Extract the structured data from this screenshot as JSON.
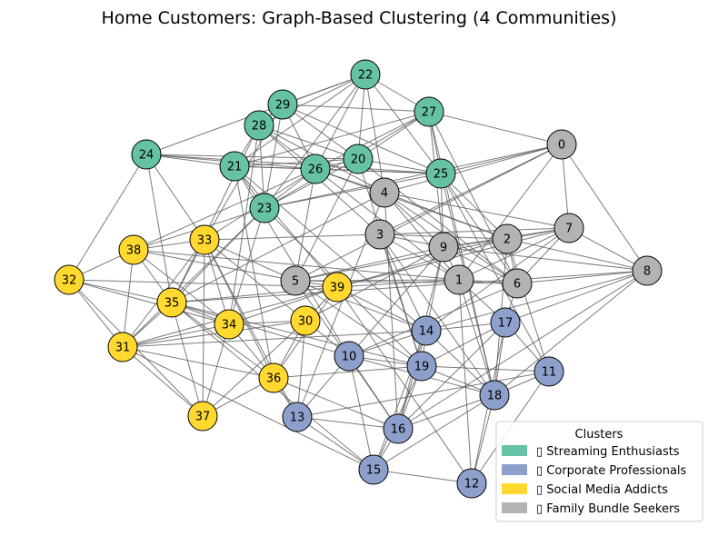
{
  "title": "Home Customers: Graph-Based Clustering (4 Communities)",
  "legend": {
    "title": "Clusters",
    "items": [
      {
        "key": "streaming",
        "label": "▯ Streaming Enthusiasts",
        "color": "#66c2a5"
      },
      {
        "key": "corporate",
        "label": "▯ Corporate Professionals",
        "color": "#8da0cb"
      },
      {
        "key": "social",
        "label": "▯ Social Media Addicts",
        "color": "#ffd92f"
      },
      {
        "key": "family",
        "label": "▯ Family Bundle Seekers",
        "color": "#b3b3b3"
      }
    ]
  },
  "nodes": [
    {
      "id": "0",
      "cluster": "family"
    },
    {
      "id": "1",
      "cluster": "family"
    },
    {
      "id": "2",
      "cluster": "family"
    },
    {
      "id": "3",
      "cluster": "family"
    },
    {
      "id": "4",
      "cluster": "family"
    },
    {
      "id": "5",
      "cluster": "family"
    },
    {
      "id": "6",
      "cluster": "family"
    },
    {
      "id": "7",
      "cluster": "family"
    },
    {
      "id": "8",
      "cluster": "family"
    },
    {
      "id": "9",
      "cluster": "family"
    },
    {
      "id": "10",
      "cluster": "corporate"
    },
    {
      "id": "11",
      "cluster": "corporate"
    },
    {
      "id": "12",
      "cluster": "corporate"
    },
    {
      "id": "13",
      "cluster": "corporate"
    },
    {
      "id": "14",
      "cluster": "corporate"
    },
    {
      "id": "15",
      "cluster": "corporate"
    },
    {
      "id": "16",
      "cluster": "corporate"
    },
    {
      "id": "17",
      "cluster": "corporate"
    },
    {
      "id": "18",
      "cluster": "corporate"
    },
    {
      "id": "19",
      "cluster": "corporate"
    },
    {
      "id": "20",
      "cluster": "streaming"
    },
    {
      "id": "21",
      "cluster": "streaming"
    },
    {
      "id": "22",
      "cluster": "streaming"
    },
    {
      "id": "23",
      "cluster": "streaming"
    },
    {
      "id": "24",
      "cluster": "streaming"
    },
    {
      "id": "25",
      "cluster": "streaming"
    },
    {
      "id": "26",
      "cluster": "streaming"
    },
    {
      "id": "27",
      "cluster": "streaming"
    },
    {
      "id": "28",
      "cluster": "streaming"
    },
    {
      "id": "29",
      "cluster": "streaming"
    },
    {
      "id": "30",
      "cluster": "social"
    },
    {
      "id": "31",
      "cluster": "social"
    },
    {
      "id": "32",
      "cluster": "social"
    },
    {
      "id": "33",
      "cluster": "social"
    },
    {
      "id": "34",
      "cluster": "social"
    },
    {
      "id": "35",
      "cluster": "social"
    },
    {
      "id": "36",
      "cluster": "social"
    },
    {
      "id": "37",
      "cluster": "social"
    },
    {
      "id": "38",
      "cluster": "social"
    },
    {
      "id": "39",
      "cluster": "social"
    }
  ],
  "edges": [
    [
      "22",
      "29"
    ],
    [
      "22",
      "28"
    ],
    [
      "22",
      "26"
    ],
    [
      "22",
      "20"
    ],
    [
      "22",
      "27"
    ],
    [
      "22",
      "4"
    ],
    [
      "22",
      "25"
    ],
    [
      "22",
      "23"
    ],
    [
      "22",
      "21"
    ],
    [
      "22",
      "24"
    ],
    [
      "29",
      "27"
    ],
    [
      "29",
      "28"
    ],
    [
      "29",
      "20"
    ],
    [
      "29",
      "26"
    ],
    [
      "29",
      "25"
    ],
    [
      "29",
      "23"
    ],
    [
      "29",
      "33"
    ],
    [
      "28",
      "20"
    ],
    [
      "28",
      "26"
    ],
    [
      "28",
      "4"
    ],
    [
      "28",
      "23"
    ],
    [
      "28",
      "21"
    ],
    [
      "28",
      "35"
    ],
    [
      "28",
      "3"
    ],
    [
      "28",
      "34"
    ],
    [
      "27",
      "26"
    ],
    [
      "27",
      "20"
    ],
    [
      "27",
      "25"
    ],
    [
      "27",
      "21"
    ],
    [
      "27",
      "23"
    ],
    [
      "27",
      "9"
    ],
    [
      "27",
      "6"
    ],
    [
      "27",
      "18"
    ],
    [
      "27",
      "0"
    ],
    [
      "24",
      "21"
    ],
    [
      "24",
      "20"
    ],
    [
      "24",
      "26"
    ],
    [
      "24",
      "25"
    ],
    [
      "24",
      "33"
    ],
    [
      "24",
      "32"
    ],
    [
      "24",
      "35"
    ],
    [
      "21",
      "20"
    ],
    [
      "21",
      "26"
    ],
    [
      "21",
      "25"
    ],
    [
      "21",
      "23"
    ],
    [
      "21",
      "39"
    ],
    [
      "21",
      "10"
    ],
    [
      "21",
      "36"
    ],
    [
      "21",
      "14"
    ],
    [
      "20",
      "26"
    ],
    [
      "20",
      "25"
    ],
    [
      "20",
      "23"
    ],
    [
      "20",
      "6"
    ],
    [
      "20",
      "19"
    ],
    [
      "20",
      "5"
    ],
    [
      "26",
      "25"
    ],
    [
      "26",
      "23"
    ],
    [
      "26",
      "38"
    ],
    [
      "26",
      "4"
    ],
    [
      "26",
      "1"
    ],
    [
      "26",
      "33"
    ],
    [
      "26",
      "2"
    ],
    [
      "26",
      "5"
    ],
    [
      "25",
      "23"
    ],
    [
      "25",
      "2"
    ],
    [
      "25",
      "11"
    ],
    [
      "25",
      "0"
    ],
    [
      "25",
      "9"
    ],
    [
      "25",
      "18"
    ],
    [
      "25",
      "6"
    ],
    [
      "23",
      "38"
    ],
    [
      "23",
      "31"
    ],
    [
      "23",
      "35"
    ],
    [
      "23",
      "34"
    ],
    [
      "23",
      "19"
    ],
    [
      "23",
      "0"
    ],
    [
      "0",
      "4"
    ],
    [
      "0",
      "7"
    ],
    [
      "0",
      "8"
    ],
    [
      "0",
      "3"
    ],
    [
      "0",
      "5"
    ],
    [
      "0",
      "1"
    ],
    [
      "4",
      "2"
    ],
    [
      "4",
      "1"
    ],
    [
      "4",
      "9"
    ],
    [
      "4",
      "6"
    ],
    [
      "4",
      "16"
    ],
    [
      "4",
      "7"
    ],
    [
      "4",
      "35"
    ],
    [
      "4",
      "13"
    ],
    [
      "3",
      "9"
    ],
    [
      "3",
      "1"
    ],
    [
      "3",
      "2"
    ],
    [
      "3",
      "7"
    ],
    [
      "3",
      "19"
    ],
    [
      "3",
      "14"
    ],
    [
      "3",
      "18"
    ],
    [
      "3",
      "33"
    ],
    [
      "2",
      "9"
    ],
    [
      "2",
      "7"
    ],
    [
      "2",
      "6"
    ],
    [
      "2",
      "8"
    ],
    [
      "2",
      "39"
    ],
    [
      "2",
      "18"
    ],
    [
      "2",
      "5"
    ],
    [
      "2",
      "11"
    ],
    [
      "7",
      "9"
    ],
    [
      "7",
      "8"
    ],
    [
      "7",
      "39"
    ],
    [
      "7",
      "6"
    ],
    [
      "7",
      "1"
    ],
    [
      "7",
      "14"
    ],
    [
      "9",
      "1"
    ],
    [
      "9",
      "6"
    ],
    [
      "9",
      "5"
    ],
    [
      "9",
      "10"
    ],
    [
      "9",
      "30"
    ],
    [
      "9",
      "16"
    ],
    [
      "9",
      "14"
    ],
    [
      "9",
      "8"
    ],
    [
      "5",
      "1"
    ],
    [
      "5",
      "6"
    ],
    [
      "5",
      "39"
    ],
    [
      "5",
      "38"
    ],
    [
      "5",
      "19"
    ],
    [
      "5",
      "33"
    ],
    [
      "5",
      "14"
    ],
    [
      "5",
      "16"
    ],
    [
      "1",
      "6"
    ],
    [
      "1",
      "39"
    ],
    [
      "1",
      "38"
    ],
    [
      "1",
      "18"
    ],
    [
      "1",
      "17"
    ],
    [
      "1",
      "12"
    ],
    [
      "6",
      "8"
    ],
    [
      "6",
      "10"
    ],
    [
      "6",
      "17"
    ],
    [
      "8",
      "18"
    ],
    [
      "8",
      "17"
    ],
    [
      "8",
      "14"
    ],
    [
      "8",
      "35"
    ],
    [
      "8",
      "16"
    ],
    [
      "38",
      "33"
    ],
    [
      "38",
      "32"
    ],
    [
      "38",
      "31"
    ],
    [
      "38",
      "35"
    ],
    [
      "38",
      "34"
    ],
    [
      "33",
      "35"
    ],
    [
      "33",
      "34"
    ],
    [
      "33",
      "31"
    ],
    [
      "33",
      "36"
    ],
    [
      "33",
      "30"
    ],
    [
      "33",
      "13"
    ],
    [
      "33",
      "37"
    ],
    [
      "32",
      "31"
    ],
    [
      "32",
      "35"
    ],
    [
      "32",
      "37"
    ],
    [
      "32",
      "39"
    ],
    [
      "32",
      "34"
    ],
    [
      "35",
      "34"
    ],
    [
      "35",
      "31"
    ],
    [
      "35",
      "36"
    ],
    [
      "35",
      "37"
    ],
    [
      "35",
      "10"
    ],
    [
      "35",
      "39"
    ],
    [
      "35",
      "19"
    ],
    [
      "35",
      "15"
    ],
    [
      "39",
      "30"
    ],
    [
      "39",
      "34"
    ],
    [
      "39",
      "36"
    ],
    [
      "39",
      "31"
    ],
    [
      "39",
      "14"
    ],
    [
      "39",
      "12"
    ],
    [
      "34",
      "30"
    ],
    [
      "34",
      "31"
    ],
    [
      "34",
      "36"
    ],
    [
      "34",
      "37"
    ],
    [
      "30",
      "31"
    ],
    [
      "30",
      "36"
    ],
    [
      "30",
      "37"
    ],
    [
      "30",
      "13"
    ],
    [
      "30",
      "10"
    ],
    [
      "31",
      "37"
    ],
    [
      "31",
      "36"
    ],
    [
      "31",
      "15"
    ],
    [
      "31",
      "14"
    ],
    [
      "36",
      "13"
    ],
    [
      "36",
      "37"
    ],
    [
      "36",
      "19"
    ],
    [
      "36",
      "16"
    ],
    [
      "14",
      "10"
    ],
    [
      "14",
      "19"
    ],
    [
      "14",
      "16"
    ],
    [
      "14",
      "17"
    ],
    [
      "14",
      "18"
    ],
    [
      "14",
      "15"
    ],
    [
      "17",
      "11"
    ],
    [
      "17",
      "18"
    ],
    [
      "17",
      "16"
    ],
    [
      "17",
      "19"
    ],
    [
      "17",
      "12"
    ],
    [
      "10",
      "19"
    ],
    [
      "10",
      "13"
    ],
    [
      "10",
      "16"
    ],
    [
      "10",
      "18"
    ],
    [
      "10",
      "15"
    ],
    [
      "19",
      "16"
    ],
    [
      "19",
      "18"
    ],
    [
      "19",
      "15"
    ],
    [
      "19",
      "11"
    ],
    [
      "13",
      "16"
    ],
    [
      "13",
      "15"
    ],
    [
      "13",
      "11"
    ],
    [
      "16",
      "18"
    ],
    [
      "16",
      "15"
    ],
    [
      "18",
      "11"
    ],
    [
      "18",
      "12"
    ],
    [
      "18",
      "15"
    ],
    [
      "15",
      "12"
    ],
    [
      "11",
      "12"
    ]
  ]
}
